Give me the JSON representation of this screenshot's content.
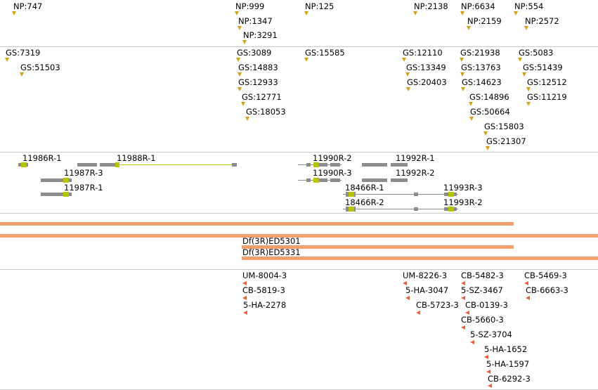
{
  "np_features": [
    "NP:747",
    "NP:999",
    "NP:1347",
    "NP:3291",
    "NP:125",
    "NP:2138",
    "NP:6634",
    "NP:2159",
    "NP:554",
    "NP:2572"
  ],
  "gs_features": [
    "GS:7319",
    "GS:51503",
    "GS:3089",
    "GS:14883",
    "GS:12933",
    "GS:12771",
    "GS:18053",
    "GS:15585",
    "GS:12110",
    "GS:13349",
    "GS:20403",
    "GS:21938",
    "GS:13763",
    "GS:14623",
    "GS:14896",
    "GS:50664",
    "GS:15803",
    "GS:21307",
    "GS:5083",
    "GS:51439",
    "GS:12512",
    "GS:11219"
  ],
  "transcripts": [
    "11986R-1",
    "11988R-1",
    "11987R-3",
    "11987R-1",
    "11990R-2",
    "11990R-3",
    "11992R-1",
    "11992R-2",
    "18466R-1",
    "18466R-2",
    "11993R-3",
    "11993R-2"
  ],
  "deficiencies": [
    "Df(3R)ED5301",
    "Df(3R)ED5331"
  ],
  "rnai_probes": [
    "UM-8004-3",
    "CB-5819-3",
    "5-HA-2278",
    "UM-8226-3",
    "5-HA-3047",
    "CB-5723-3",
    "CB-5482-3",
    "5-SZ-3467",
    "CB-0139-3",
    "CB-5660-3",
    "5-SZ-3704",
    "5-HA-1652",
    "5-HA-1597",
    "CB-6292-3",
    "CB-5469-3",
    "CB-6663-3"
  ],
  "colors": {
    "np_marker": "#d4a017",
    "probe_marker": "#e8603c",
    "deficiency_bar": "#f0a070",
    "exon": "#8c8c8c",
    "cds": "#b8c400",
    "separator": "#c9c9c9"
  }
}
